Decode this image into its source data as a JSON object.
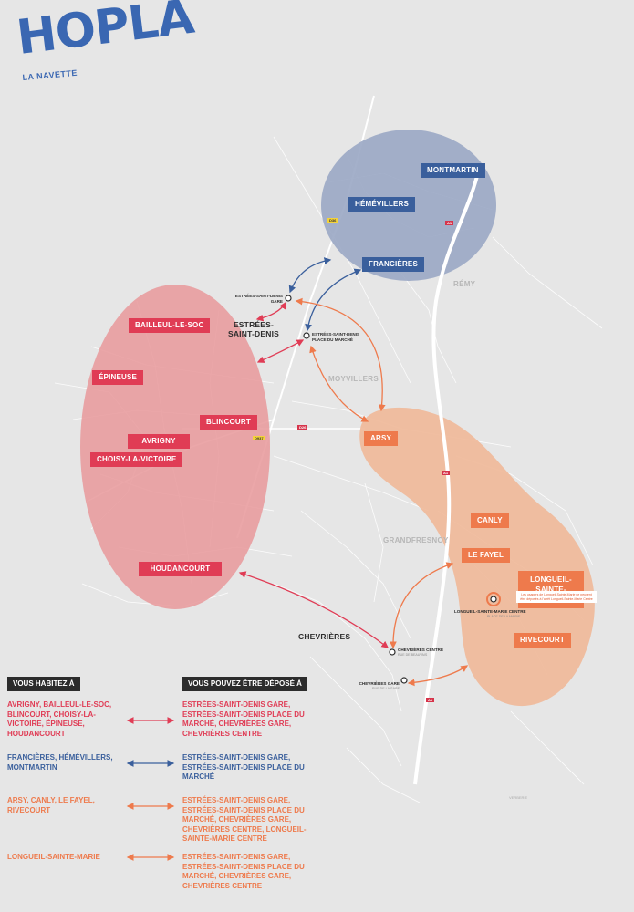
{
  "logo": {
    "title": "HOPLÀ",
    "subtitle": "LA NAVETTE"
  },
  "colors": {
    "red": "#e03c55",
    "blue": "#3a5f9c",
    "orange": "#ee7a4c",
    "zone_red": "#e8989a",
    "zone_blue": "#9aa7c4",
    "zone_orange": "#f0b898"
  },
  "zones": {
    "blue": [
      "MONTMARTIN",
      "HÉMÉVILLERS",
      "FRANCIÈRES"
    ],
    "red": [
      "BAILLEUL-LE-SOC",
      "ÉPINEUSE",
      "BLINCOURT",
      "AVRIGNY",
      "CHOISY-LA-VICTOIRE",
      "HOUDANCOURT"
    ],
    "orange": [
      "ARSY",
      "CANLY",
      "LE FAYEL",
      "RIVECOURT"
    ]
  },
  "longueil": {
    "label": "LONGUEIL-SAINTE-MARIE",
    "note": "Les usagers de Longueil-Sainte-Marie ne peuvent être déposés à l'arrêt Longueil-Sainte-Marie Centre"
  },
  "towns": {
    "estrees": "ESTRÉES-SAINT-DENIS",
    "chevrieres": "CHEVRIÈRES"
  },
  "places": {
    "remy": "RÉMY",
    "moyvillers": "MOYVILLERS",
    "grandfresnoy": "GRANDFRESNOY"
  },
  "stops": {
    "estrees_gare": "ESTRÉES-SAINT-DENIS GARE",
    "estrees_marche": "ESTRÉES-SAINT-DENIS PLACE DU MARCHÉ",
    "chevrieres_centre": "CHEVRIÈRES CENTRE",
    "chevrieres_centre_sub": "RUE DE BEAUVAIS",
    "chevrieres_gare": "CHEVRIÈRES GARE",
    "chevrieres_gare_sub": "RUE DE LA GARE",
    "longueil_centre": "LONGUEIL-SAINTE-MARIE CENTRE",
    "longueil_centre_sub": "PLACE DE LA MAIRIE"
  },
  "roads": {
    "a1": "A1",
    "d26": "D26",
    "d36": "D36",
    "d937": "D937"
  },
  "credit": "VERBERIE",
  "legend": {
    "header_from": "VOUS HABITEZ À",
    "header_to": "VOUS POUVEZ ÊTRE DÉPOSÉ À",
    "rows": [
      {
        "from": "AVRIGNY, BAILLEUL-LE-SOC, BLINCOURT, CHOISY-LA-VICTOIRE, ÉPINEUSE, HOUDANCOURT",
        "to": "ESTRÉES-SAINT-DENIS GARE, ESTRÉES-SAINT-DENIS PLACE DU MARCHÉ, CHEVRIÈRES GARE, CHEVRIÈRES CENTRE"
      },
      {
        "from": "FRANCIÈRES, HÉMÉVILLERS, MONTMARTIN",
        "to": "ESTRÉES-SAINT-DENIS GARE, ESTRÉES-SAINT-DENIS PLACE DU MARCHÉ"
      },
      {
        "from": "ARSY, CANLY, LE FAYEL, RIVECOURT",
        "to": "ESTRÉES-SAINT-DENIS GARE, ESTRÉES-SAINT-DENIS PLACE DU MARCHÉ, CHEVRIÈRES GARE, CHEVRIÈRES CENTRE, LONGUEIL-SAINTE-MARIE CENTRE"
      },
      {
        "from": "LONGUEIL-SAINTE-MARIE",
        "to": "ESTRÉES-SAINT-DENIS GARE, ESTRÉES-SAINT-DENIS PLACE DU MARCHÉ, CHEVRIÈRES GARE, CHEVRIÈRES CENTRE"
      }
    ]
  }
}
